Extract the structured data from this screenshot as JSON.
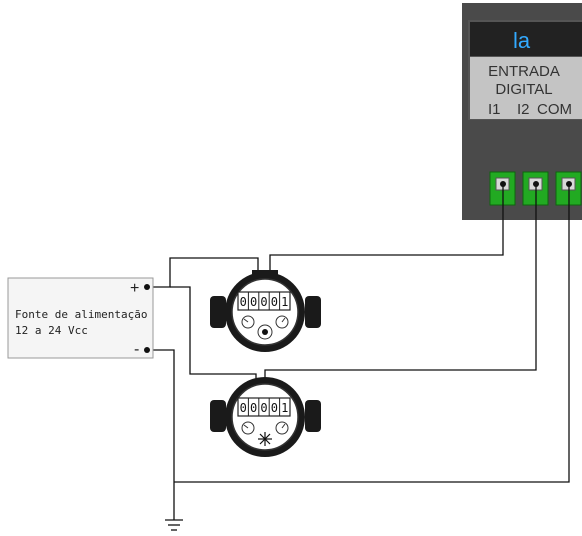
{
  "module": {
    "label": "la",
    "title_line1": "ENTRADA",
    "title_line2": "DIGITAL",
    "terminals": [
      "I1",
      "I2",
      "COM"
    ],
    "colors": {
      "body": "#4a4a4a",
      "label_bar": "#222222",
      "label_text": "#33aaff",
      "panel": "#c4c4c4",
      "panel_text": "#333333",
      "terminal_green": "#22aa22"
    }
  },
  "power_supply": {
    "line1": "Fonte de alimentação",
    "line2": "12 a 24 Vcc",
    "plus": "+",
    "minus": "-"
  },
  "meters": [
    {
      "counter": "00001",
      "digits": [
        "0",
        "0",
        "0",
        "0",
        "1"
      ]
    },
    {
      "counter": "00001",
      "digits": [
        "0",
        "0",
        "0",
        "0",
        "1"
      ]
    }
  ],
  "ground": {
    "icon": "ground-icon"
  }
}
